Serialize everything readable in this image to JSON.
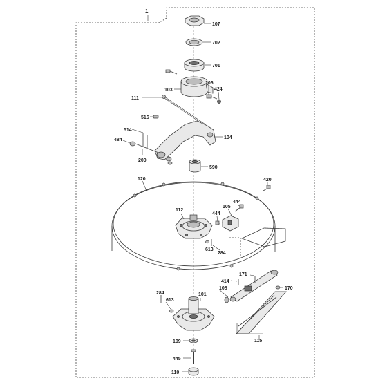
{
  "assembly_number": "1",
  "callouts": {
    "c107": "107",
    "c702": "702",
    "c701": "701",
    "c106": "106",
    "c424": "424",
    "c103": "103",
    "c111": "111",
    "c516": "516",
    "c514": "514",
    "c484": "484",
    "c104": "104",
    "c200": "200",
    "c590": "590",
    "c420": "420",
    "c120": "120",
    "c444a": "444",
    "c105": "105",
    "c112": "112",
    "c444b": "444",
    "c613a": "613",
    "c284a": "284",
    "c171": "171",
    "c414": "414",
    "c170": "170",
    "c108": "108",
    "c284b": "284",
    "c613b": "613",
    "c101": "101",
    "c115": "115",
    "c109": "109",
    "c445": "445",
    "c110": "110"
  }
}
